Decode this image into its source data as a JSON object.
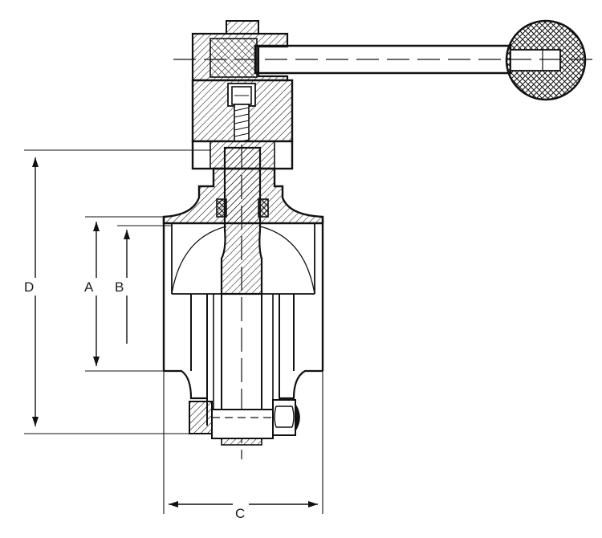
{
  "dimensions": {
    "a": "A",
    "b": "B",
    "c": "C",
    "d": "D"
  },
  "colors": {
    "line": "#111111",
    "thin": "#222222",
    "background": "#ffffff"
  }
}
